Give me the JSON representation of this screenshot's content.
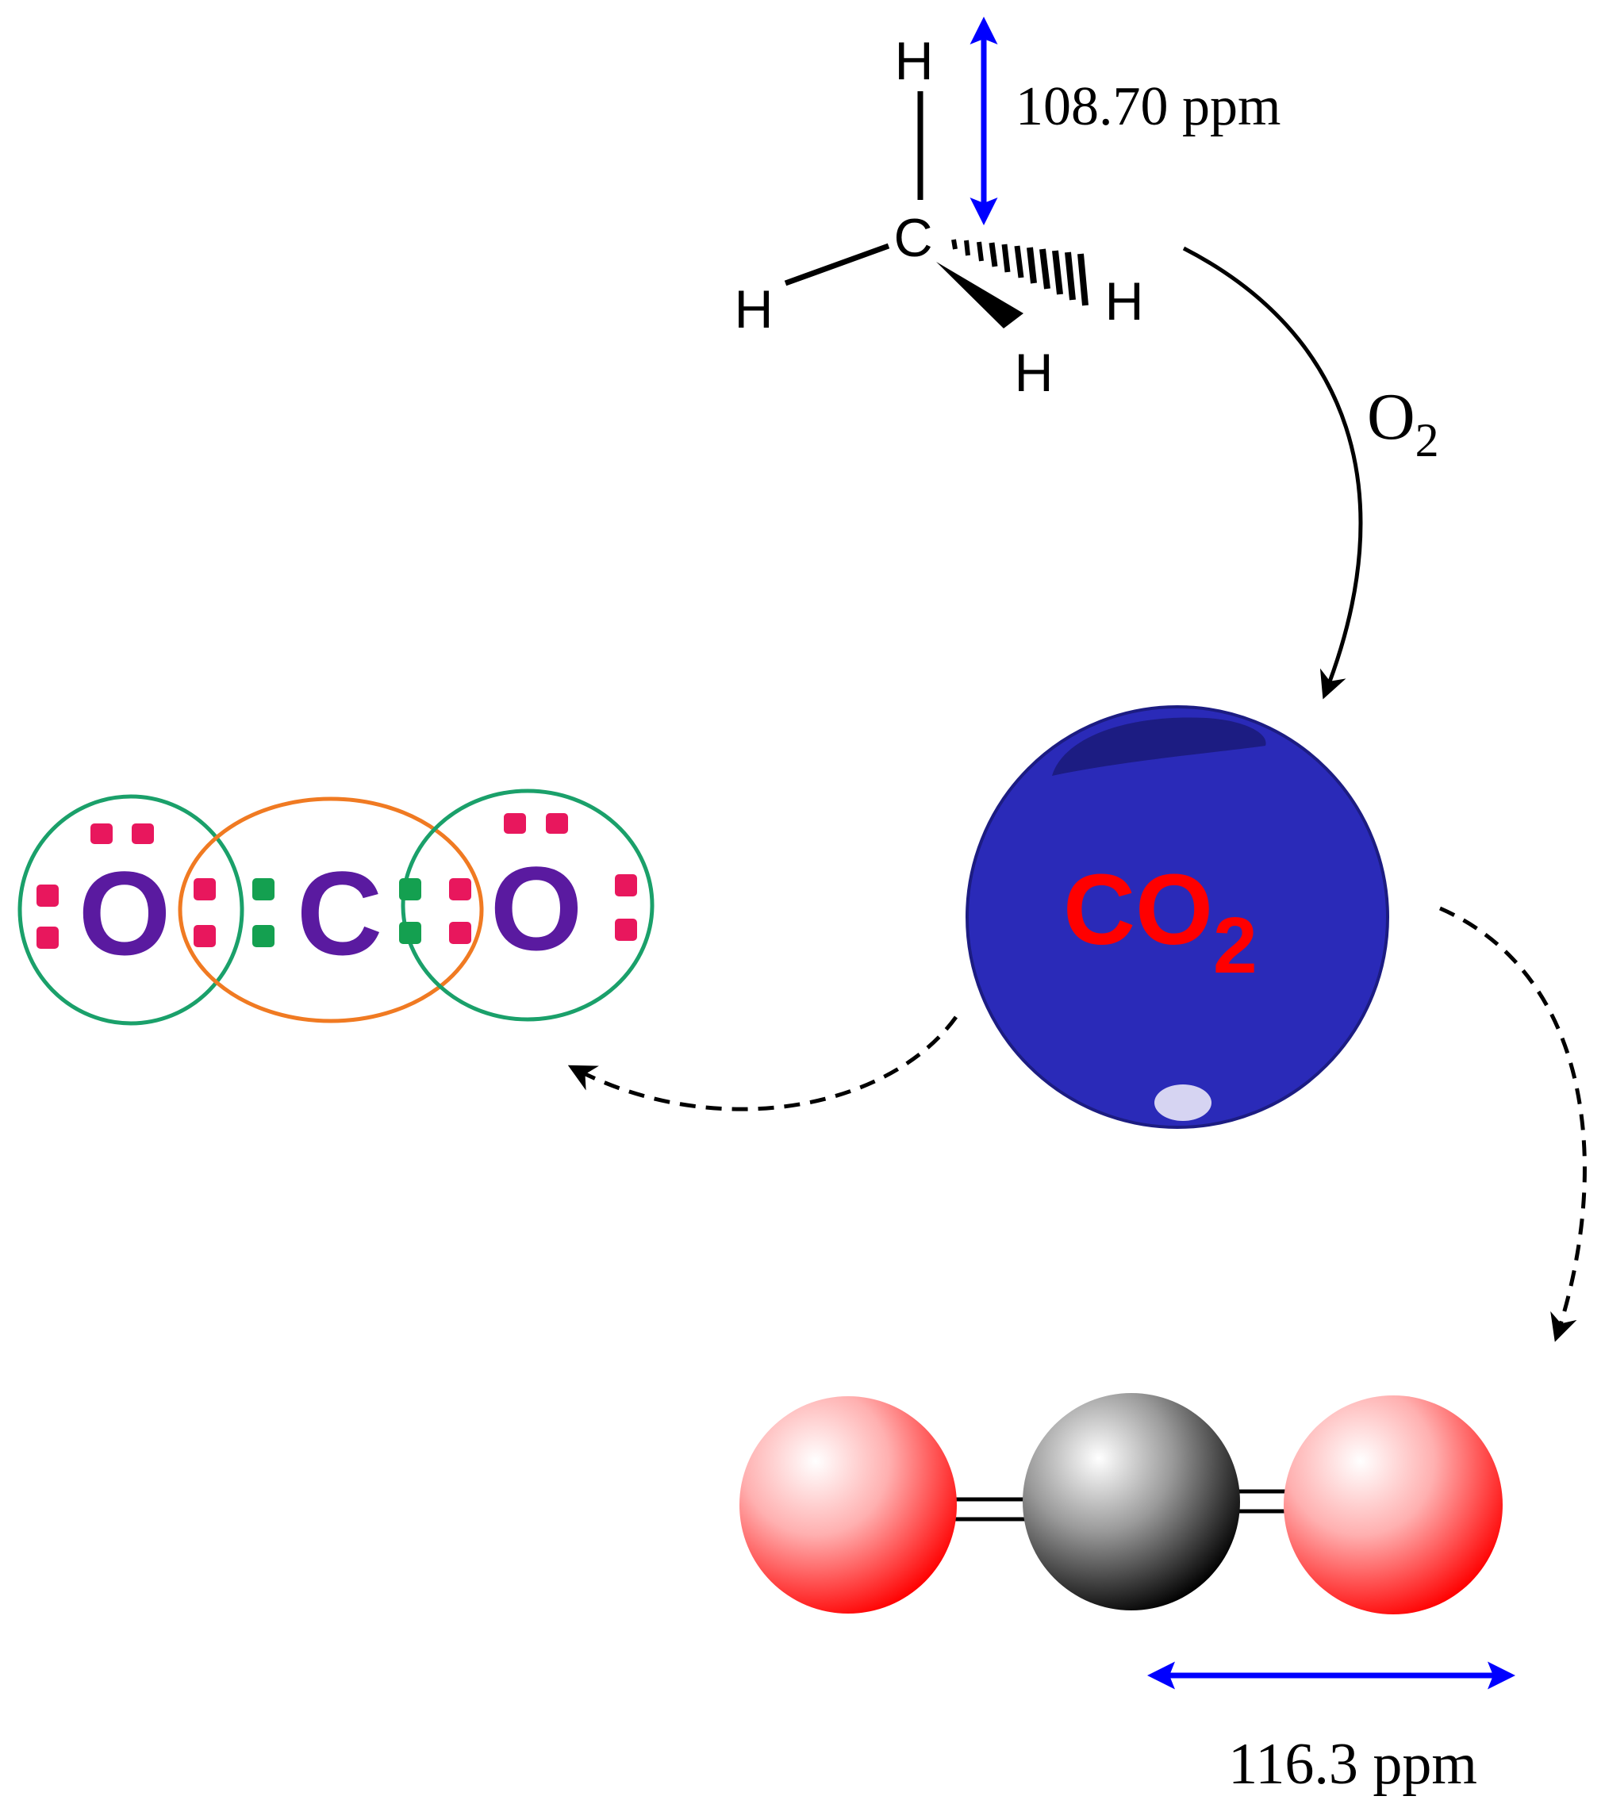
{
  "methane": {
    "atoms": {
      "carbon": "C",
      "h_top": "H",
      "h_left": "H",
      "h_right": "H",
      "h_bottom": "H"
    },
    "bond_length_label": "108.70 ppm"
  },
  "reaction": {
    "reagent_base": "O",
    "reagent_sub": "2"
  },
  "co2_sphere": {
    "label_base": "CO",
    "label_sub": "2",
    "sphere_color": "#2a2ab8",
    "label_color": "#ff0000"
  },
  "lewis_structure": {
    "oxygen_left": "O",
    "carbon": "C",
    "oxygen_right": "O",
    "oxygen_ring_color": "#1aa06a",
    "carbon_ring_color": "#f07a22",
    "lone_pair_color": "#e8175d",
    "bond_pair_color": "#14a050",
    "letter_color": "#5a1aa0"
  },
  "ball_and_stick": {
    "atoms": [
      "oxygen",
      "carbon",
      "oxygen"
    ],
    "oxygen_color": "#ff0000",
    "carbon_color": "#000000",
    "bond_length_label": "116.3 ppm"
  },
  "arrow_color": "#0000ff"
}
